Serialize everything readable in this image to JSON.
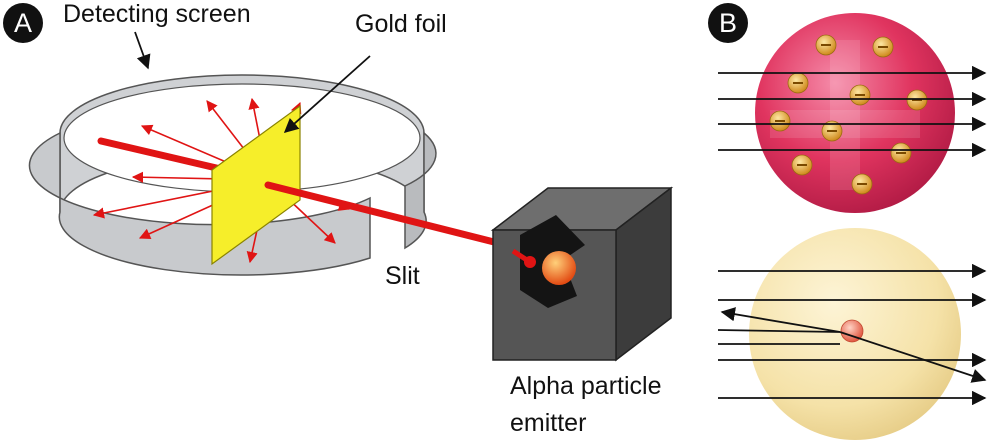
{
  "panels": {
    "a": "A",
    "b": "B"
  },
  "labels": {
    "detecting_screen": "Detecting screen",
    "gold_foil": "Gold foil",
    "slit": "Slit",
    "emitter_line1": "Alpha particle",
    "emitter_line2": "emitter"
  },
  "colors": {
    "beam": "#e01414",
    "foil": "#f6ee2a",
    "screen": "#c8cacd",
    "box": "#555555",
    "plum_pudding": "#e0345f",
    "nuclear_atom": "#f5e2a8",
    "electron": "#e8a938",
    "nucleus": "#f07f6a"
  }
}
